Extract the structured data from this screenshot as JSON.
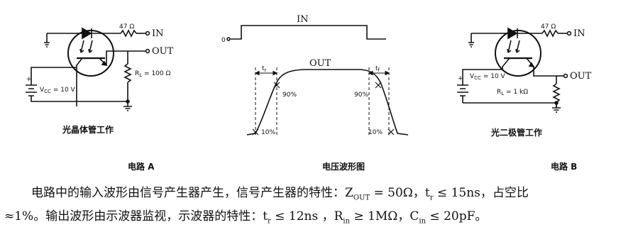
{
  "circuit_a": {
    "resistor": "47 Ω",
    "input": "IN",
    "output": "OUT",
    "supply": "V",
    "supply_sub": "CC",
    "supply_value": "= 10 V",
    "load": "R",
    "load_sub": "L",
    "load_value": "= 100 Ω",
    "plus": "+",
    "caption": "光晶体管工作",
    "name": "电路 A"
  },
  "circuit_b": {
    "resistor": "47 Ω",
    "input": "IN",
    "output": "OUT",
    "supply": "V",
    "supply_sub": "CC",
    "supply_value": "= 10 V",
    "load": "R",
    "load_sub": "L",
    "load_value": "= 1 kΩ",
    "plus": "+",
    "caption": "光二极管工作",
    "name": "电路 B"
  },
  "waveform": {
    "in_label": "IN",
    "zero": "0",
    "out_label": "OUT",
    "tr": "t",
    "tr_sub": "r",
    "tf": "t",
    "tf_sub": "f",
    "p90_left": "90%",
    "p90_right": "90%",
    "p10_left": "10%",
    "p10_right": "10%",
    "name": "电压波形图"
  },
  "description": {
    "line1": "电路中的输入波形由信号产生器产生，信号产生器的特性：Z",
    "line1_sub": "OUT",
    "line1_b": " = 50Ω，t",
    "line1_b_sub": "r",
    "line1_c": " ≤ 15ns，占空比",
    "line2": "≈1%。输出波形由示波器监视，示波器的特性：t",
    "line2_sub": "r",
    "line2_b": " ≤ 12ns ，R",
    "line2_b_sub": "in",
    "line2_c": " ≥ 1MΩ，C",
    "line2_c_sub": "in",
    "line2_d": " ≤ 20pF。"
  }
}
